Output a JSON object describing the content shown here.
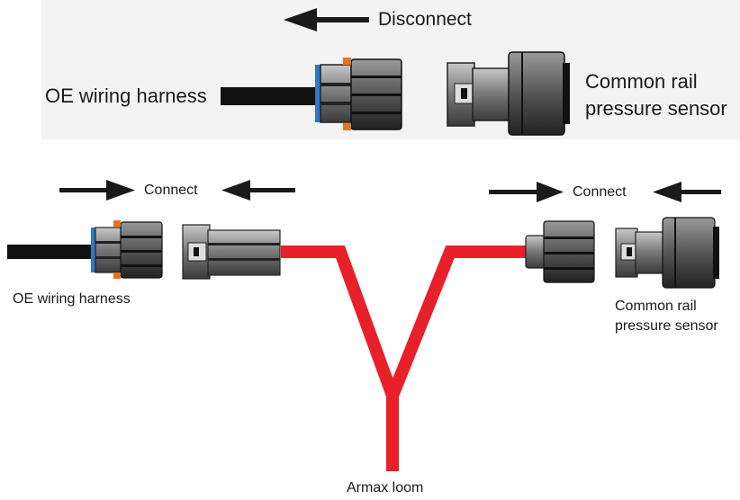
{
  "labels": {
    "disconnect": "Disconnect",
    "connect_left": "Connect",
    "connect_right": "Connect",
    "oe_harness_top": "OE wiring harness",
    "oe_harness_bottom": "OE wiring harness",
    "crps_top": "Common rail pressure sensor",
    "crps_bottom": "Common rail pressure sensor",
    "loom": "Armax loom"
  },
  "colors": {
    "loom": "#e8202a",
    "cable": "#1a1a1a",
    "seal_blue": "#2f78c8",
    "latch_orange": "#e5731f",
    "connector_body": "#8a8a8a"
  }
}
